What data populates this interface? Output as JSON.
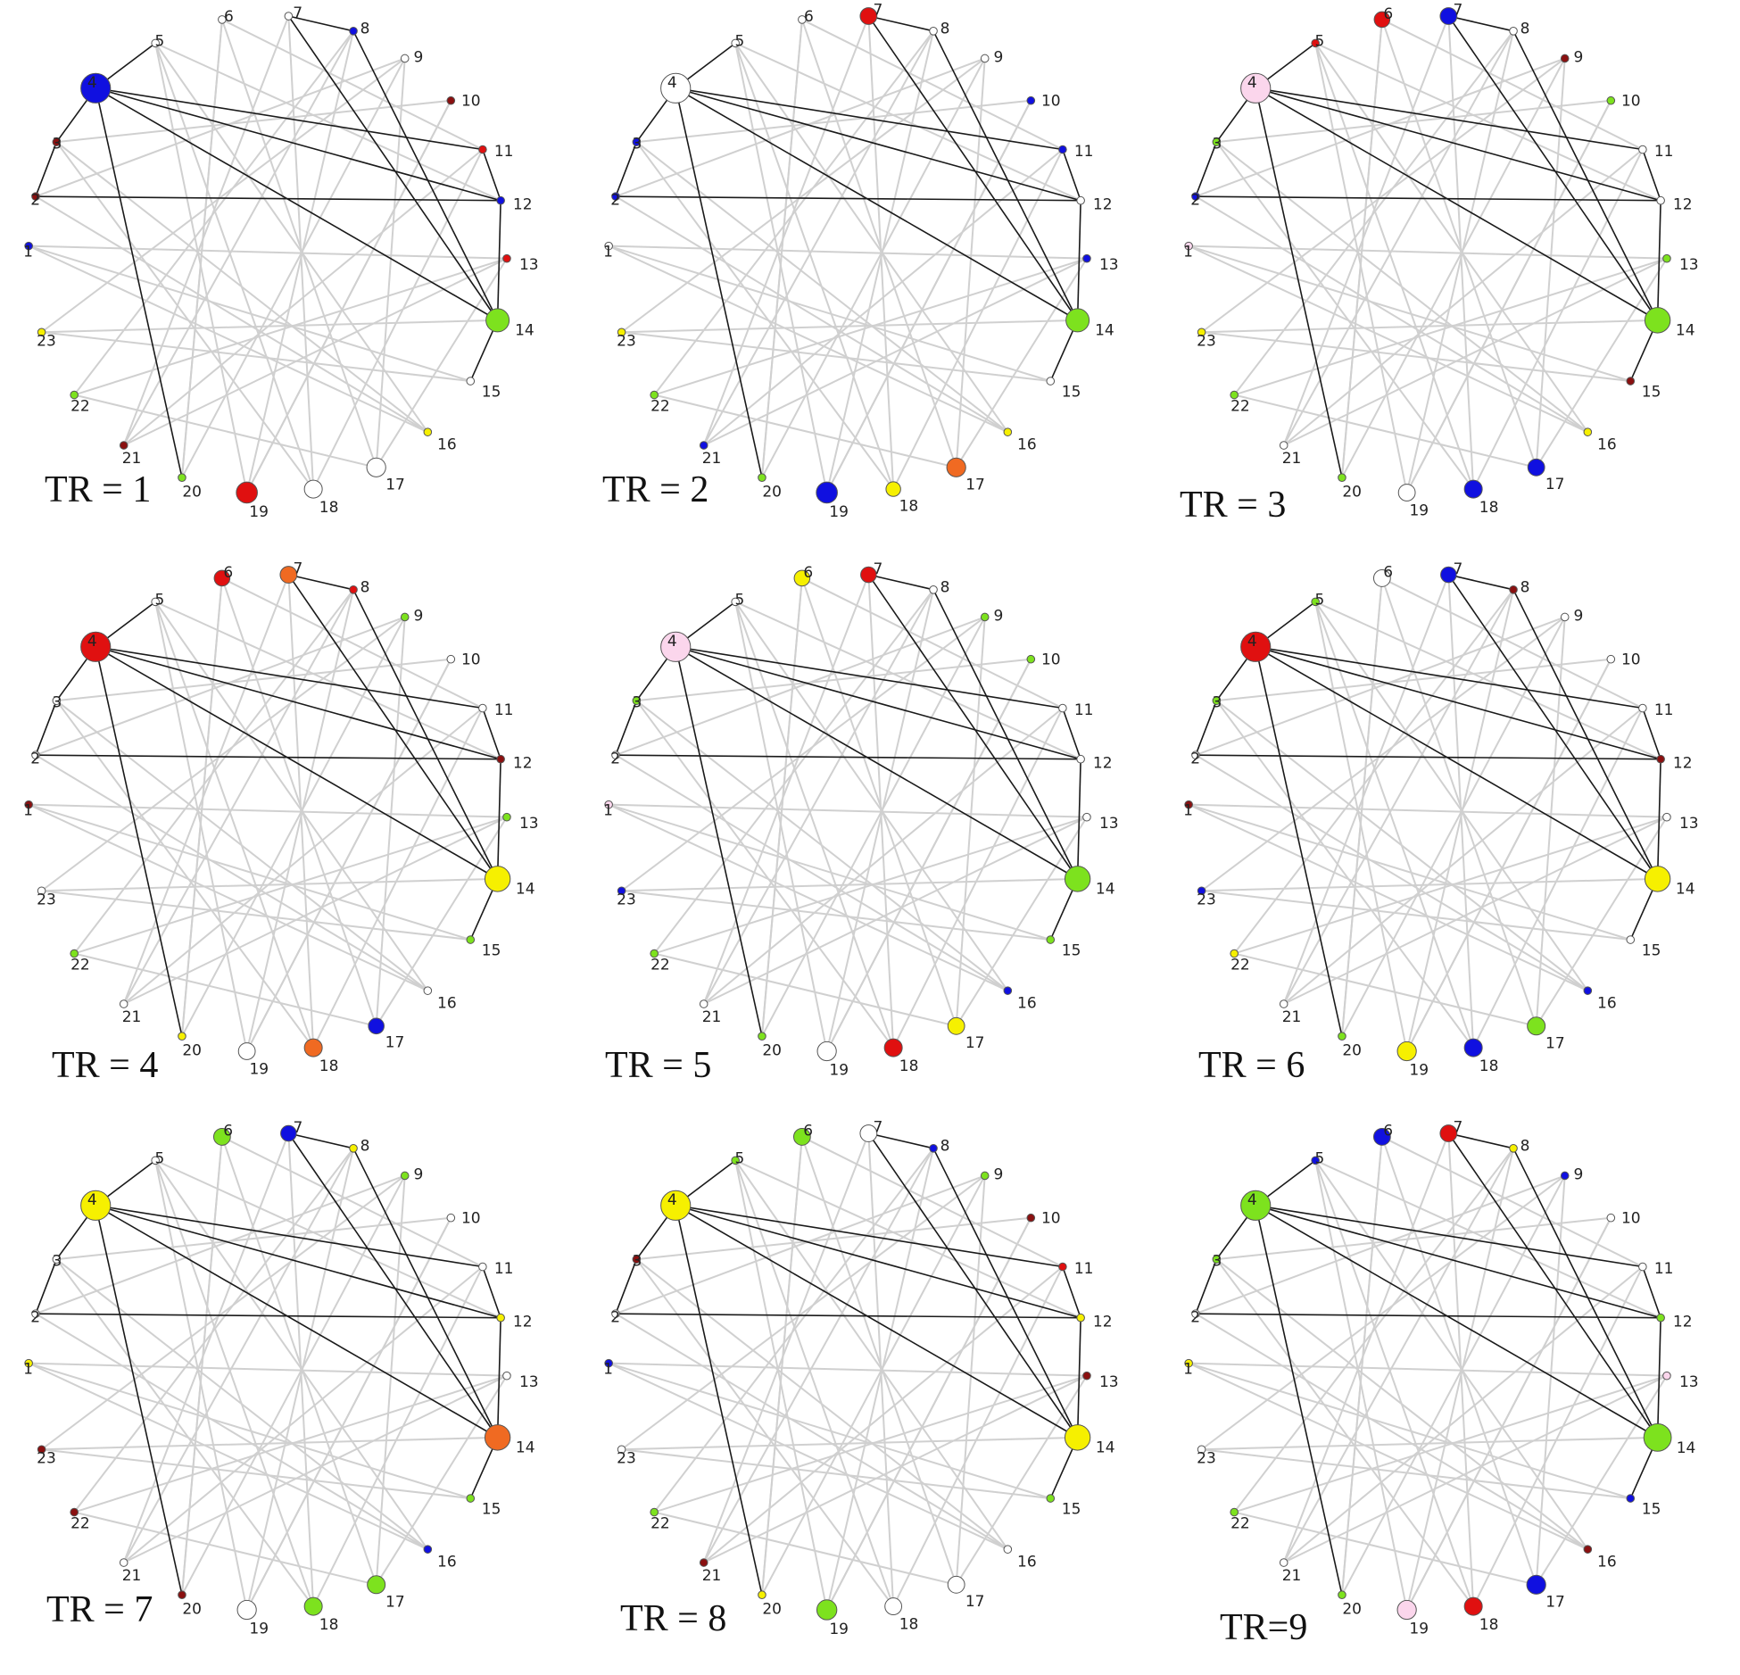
{
  "colors": {
    "white": "#ffffff",
    "blue": "#1010e0",
    "red": "#e01010",
    "green": "#7de21e",
    "yellow": "#f6f000",
    "orange": "#f06a22",
    "pink": "#fbd6ec",
    "darkred": "#8a1010",
    "edge_light": "#d0d0d0",
    "edge_dark": "#1a1a1a"
  },
  "node_ids": [
    "1",
    "2",
    "3",
    "4",
    "5",
    "6",
    "7",
    "8",
    "9",
    "10",
    "11",
    "12",
    "13",
    "14",
    "15",
    "16",
    "17",
    "18",
    "19",
    "20",
    "21",
    "22",
    "23"
  ],
  "edges_dark": [
    [
      "4",
      "5"
    ],
    [
      "4",
      "3"
    ],
    [
      "3",
      "2"
    ],
    [
      "4",
      "11"
    ],
    [
      "4",
      "12"
    ],
    [
      "4",
      "14"
    ],
    [
      "2",
      "12"
    ],
    [
      "4",
      "20"
    ],
    [
      "7",
      "8"
    ],
    [
      "8",
      "14"
    ],
    [
      "11",
      "12"
    ],
    [
      "12",
      "14"
    ],
    [
      "7",
      "14"
    ],
    [
      "14",
      "15"
    ]
  ],
  "edges_light": [
    [
      "5",
      "12"
    ],
    [
      "5",
      "16"
    ],
    [
      "6",
      "11"
    ],
    [
      "6",
      "17"
    ],
    [
      "6",
      "20"
    ],
    [
      "7",
      "18"
    ],
    [
      "8",
      "19"
    ],
    [
      "8",
      "21"
    ],
    [
      "9",
      "2"
    ],
    [
      "9",
      "17"
    ],
    [
      "10",
      "3"
    ],
    [
      "10",
      "19"
    ],
    [
      "13",
      "1"
    ],
    [
      "13",
      "21"
    ],
    [
      "15",
      "23"
    ],
    [
      "16",
      "3"
    ],
    [
      "17",
      "22"
    ],
    [
      "18",
      "5"
    ],
    [
      "19",
      "10"
    ],
    [
      "20",
      "9"
    ],
    [
      "21",
      "11"
    ],
    [
      "22",
      "13"
    ],
    [
      "23",
      "14"
    ],
    [
      "1",
      "15"
    ],
    [
      "2",
      "16"
    ],
    [
      "3",
      "18"
    ],
    [
      "23",
      "9"
    ],
    [
      "22",
      "8"
    ],
    [
      "21",
      "7"
    ],
    [
      "20",
      "6"
    ],
    [
      "19",
      "5"
    ],
    [
      "18",
      "11"
    ],
    [
      "17",
      "13"
    ],
    [
      "16",
      "1"
    ]
  ],
  "panels": [
    {
      "caption": "TR = 1",
      "nodes": {
        "1": "blue",
        "2": "darkred",
        "3": "darkred",
        "4": "blue",
        "5": "white",
        "6": "white",
        "7": "white",
        "8": "blue",
        "9": "white",
        "10": "darkred",
        "11": "red",
        "12": "blue",
        "13": "red",
        "14": "green",
        "15": "white",
        "16": "yellow",
        "17": "white",
        "18": "white",
        "19": "red",
        "20": "green",
        "21": "darkred",
        "22": "green",
        "23": "yellow"
      },
      "big": {
        "4": 2.6,
        "14": 2.0,
        "19": 1.8,
        "18": 1.5,
        "17": 1.6
      }
    },
    {
      "caption": "TR = 2",
      "nodes": {
        "1": "white",
        "2": "blue",
        "3": "blue",
        "4": "white",
        "5": "white",
        "6": "white",
        "7": "red",
        "8": "white",
        "9": "white",
        "10": "blue",
        "11": "blue",
        "12": "white",
        "13": "blue",
        "14": "green",
        "15": "white",
        "16": "yellow",
        "17": "orange",
        "18": "yellow",
        "19": "blue",
        "20": "green",
        "21": "blue",
        "22": "green",
        "23": "yellow"
      },
      "big": {
        "4": 2.6,
        "14": 2.0,
        "19": 1.8,
        "17": 1.6,
        "7": 1.4,
        "18": 1.2
      }
    },
    {
      "caption": "TR = 3",
      "nodes": {
        "1": "pink",
        "2": "blue",
        "3": "green",
        "4": "pink",
        "5": "red",
        "6": "red",
        "7": "blue",
        "8": "white",
        "9": "darkred",
        "10": "green",
        "11": "white",
        "12": "white",
        "13": "green",
        "14": "green",
        "15": "darkred",
        "16": "yellow",
        "17": "blue",
        "18": "blue",
        "19": "white",
        "20": "green",
        "21": "white",
        "22": "green",
        "23": "yellow"
      },
      "big": {
        "4": 2.6,
        "14": 2.2,
        "18": 1.5,
        "17": 1.4,
        "19": 1.4,
        "7": 1.4,
        "6": 1.3
      }
    },
    {
      "caption": "TR = 4",
      "nodes": {
        "1": "darkred",
        "2": "white",
        "3": "white",
        "4": "red",
        "5": "white",
        "6": "red",
        "7": "orange",
        "8": "red",
        "9": "green",
        "10": "white",
        "11": "white",
        "12": "darkred",
        "13": "green",
        "14": "yellow",
        "15": "green",
        "16": "white",
        "17": "blue",
        "18": "orange",
        "19": "white",
        "20": "yellow",
        "21": "white",
        "22": "green",
        "23": "white"
      },
      "big": {
        "4": 2.6,
        "14": 2.2,
        "18": 1.5,
        "19": 1.4,
        "17": 1.3,
        "7": 1.4,
        "6": 1.3
      }
    },
    {
      "caption": "TR = 5",
      "nodes": {
        "1": "pink",
        "2": "white",
        "3": "green",
        "4": "pink",
        "5": "white",
        "6": "yellow",
        "7": "red",
        "8": "white",
        "9": "green",
        "10": "green",
        "11": "white",
        "12": "white",
        "13": "white",
        "14": "green",
        "15": "green",
        "16": "blue",
        "17": "yellow",
        "18": "red",
        "19": "white",
        "20": "green",
        "21": "white",
        "22": "green",
        "23": "blue"
      },
      "big": {
        "4": 2.6,
        "14": 2.2,
        "18": 1.5,
        "19": 1.6,
        "17": 1.4,
        "7": 1.3,
        "6": 1.3
      }
    },
    {
      "caption": "TR = 6",
      "nodes": {
        "1": "darkred",
        "2": "white",
        "3": "green",
        "4": "red",
        "5": "green",
        "6": "white",
        "7": "blue",
        "8": "darkred",
        "9": "white",
        "10": "white",
        "11": "white",
        "12": "darkred",
        "13": "white",
        "14": "yellow",
        "15": "white",
        "16": "blue",
        "17": "green",
        "18": "blue",
        "19": "yellow",
        "20": "green",
        "21": "white",
        "22": "yellow",
        "23": "blue"
      },
      "big": {
        "4": 2.6,
        "14": 2.2,
        "18": 1.5,
        "19": 1.6,
        "17": 1.5,
        "7": 1.3,
        "6": 1.4
      }
    },
    {
      "caption": "TR = 7",
      "nodes": {
        "1": "yellow",
        "2": "white",
        "3": "white",
        "4": "yellow",
        "5": "white",
        "6": "green",
        "7": "blue",
        "8": "yellow",
        "9": "green",
        "10": "white",
        "11": "white",
        "12": "yellow",
        "13": "white",
        "14": "orange",
        "15": "green",
        "16": "blue",
        "17": "green",
        "18": "green",
        "19": "white",
        "20": "darkred",
        "21": "white",
        "22": "darkred",
        "23": "darkred"
      },
      "big": {
        "4": 2.6,
        "14": 2.2,
        "18": 1.5,
        "19": 1.6,
        "17": 1.5,
        "7": 1.3,
        "6": 1.4
      }
    },
    {
      "caption": "TR = 8",
      "nodes": {
        "1": "blue",
        "2": "white",
        "3": "darkred",
        "4": "yellow",
        "5": "green",
        "6": "green",
        "7": "white",
        "8": "blue",
        "9": "green",
        "10": "darkred",
        "11": "red",
        "12": "yellow",
        "13": "darkred",
        "14": "yellow",
        "15": "green",
        "16": "white",
        "17": "white",
        "18": "white",
        "19": "green",
        "20": "yellow",
        "21": "darkred",
        "22": "green",
        "23": "white"
      },
      "big": {
        "4": 2.6,
        "14": 2.2,
        "18": 1.4,
        "19": 1.7,
        "17": 1.4,
        "7": 1.4,
        "6": 1.4
      }
    },
    {
      "caption": "TR=9",
      "nodes": {
        "1": "yellow",
        "2": "white",
        "3": "green",
        "4": "green",
        "5": "blue",
        "6": "blue",
        "7": "red",
        "8": "yellow",
        "9": "blue",
        "10": "white",
        "11": "white",
        "12": "green",
        "13": "pink",
        "14": "green",
        "15": "blue",
        "16": "darkred",
        "17": "blue",
        "18": "red",
        "19": "pink",
        "20": "green",
        "21": "white",
        "22": "green",
        "23": "white"
      },
      "big": {
        "4": 2.6,
        "14": 2.4,
        "18": 1.5,
        "19": 1.6,
        "17": 1.6,
        "7": 1.4,
        "6": 1.4
      }
    }
  ]
}
